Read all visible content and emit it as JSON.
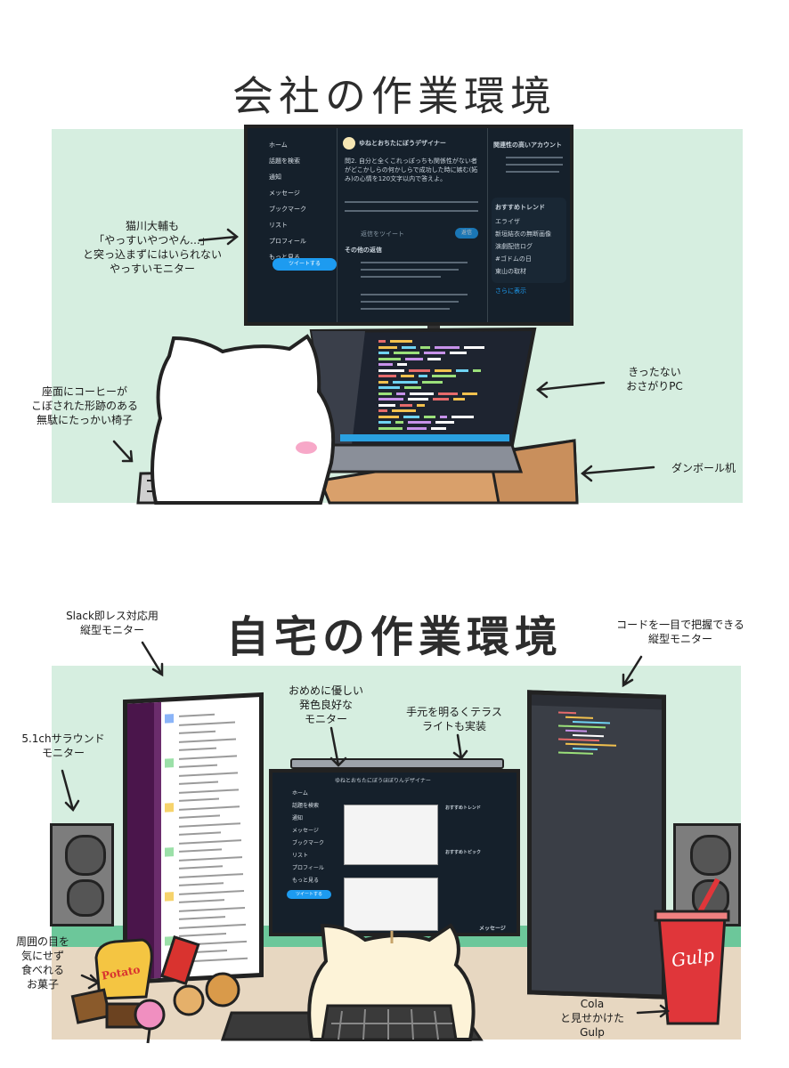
{
  "office": {
    "title": "会社の作業環境",
    "twitter": {
      "nav": [
        "ホーム",
        "話題を検索",
        "通知",
        "メッセージ",
        "ブックマーク",
        "リスト",
        "プロフィール",
        "もっと見る"
      ],
      "tweet_button": "ツイートする",
      "author": "ゆねとおちたにぼうデザイナー",
      "tweet_text": "問2. 自分と全くこれっぽっちも関係性がない者がどこかしらの何かしらで成功した時に嫉む(妬み)の心情を120文字以内で答えよ。",
      "reply_placeholder": "返信をツイート",
      "reply_button": "返信",
      "other_replies": "その他の返信",
      "related_accounts": "関連性の高いアカウント",
      "trends_title": "おすすめトレンド",
      "trends": [
        "エライザ",
        "新垣結衣の無断画像",
        "演劇配信ログ",
        "#ゴドムの日",
        "東山の取材"
      ],
      "show_more": "さらに表示"
    },
    "notes": {
      "monitor": "猫川大輔も\n「やっすいやつやん...」\nと突っ込まずにはいられない\nやっすいモニター",
      "chair": "座面にコーヒーが\nこぼされた形跡のある\n無駄にたっかい椅子",
      "pc": "きったない\nおさがりPC",
      "desk": "ダンボール机"
    }
  },
  "home": {
    "title": "自宅の作業環境",
    "twitter": {
      "header": "ゆねとおちたにぼうほぼりんデザイナー",
      "nav": [
        "ホーム",
        "話題を検索",
        "通知",
        "メッセージ",
        "ブックマーク",
        "リスト",
        "プロフィール",
        "もっと見る"
      ],
      "tweet_button": "ツイートする",
      "messages": "メッセージ",
      "trends_title": "おすすめトレンド",
      "topics_title": "おすすめトピック"
    },
    "notes": {
      "slack": "Slack即レス対応用\n縦型モニター",
      "code": "コードを一目で把握できる\n縦型モニター",
      "speaker": "5.1chサラウンド\nモニター",
      "center": "おめめに優しい\n発色良好な\nモニター",
      "light": "手元を明るくテラス\nライトも実装",
      "snacks": "周囲の目を\n気にせず\n食べれる\nお菓子",
      "cola": "Cola\nと見せかけた\nGulp"
    },
    "snack_label": "Potato",
    "cup_label": "Gulp"
  },
  "colors": {
    "panel": "#d6eee0",
    "screen": "#15202b",
    "twitter_blue": "#1d9bf0",
    "cat_white": "#ffffff",
    "cat_cream": "#fdf3d8",
    "cardboard": "#d9a06b",
    "desk_green": "#6cc79a",
    "floor": "#e7d7c1",
    "cup_red": "#e0363a",
    "slack_purple": "#4a154b"
  }
}
